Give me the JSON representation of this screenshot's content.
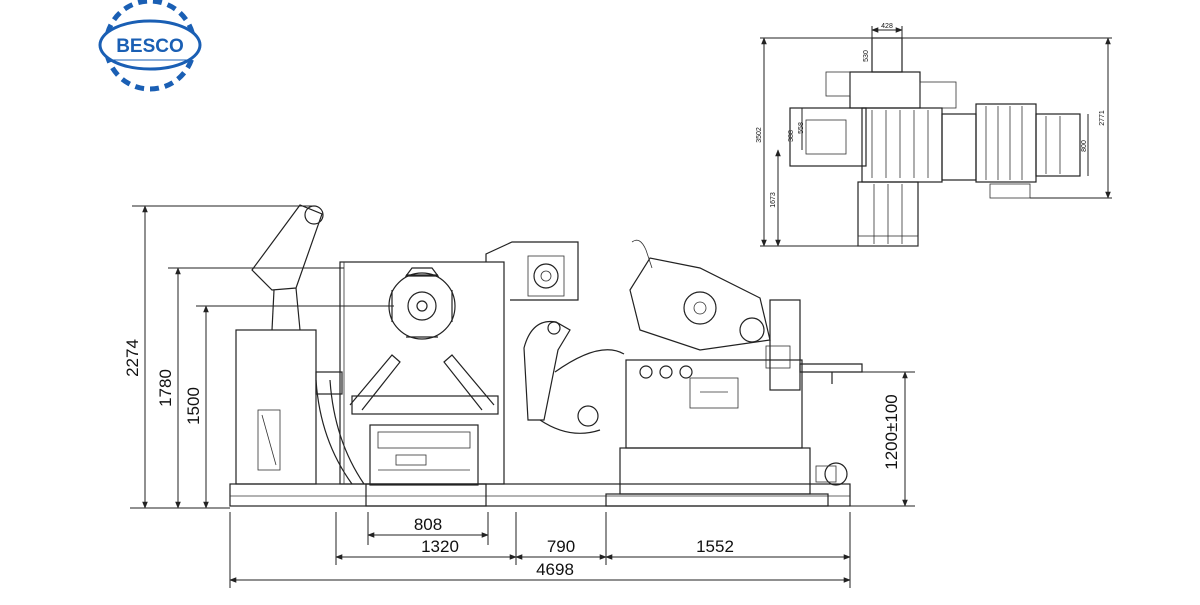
{
  "logo": {
    "text": "BESCO",
    "color": "#1a5fb4"
  },
  "side_view": {
    "height_dims": [
      "2274",
      "1780",
      "1500"
    ],
    "right_dim": "1200±100",
    "bottom_dims": [
      "808",
      "1320",
      "790",
      "1552",
      "4698"
    ]
  },
  "top_view": {
    "top_dim": "428",
    "left_dims": [
      "3502",
      "1673"
    ],
    "inner_dims": [
      "558",
      "388",
      "530",
      "800"
    ],
    "right_dim": "2771"
  }
}
